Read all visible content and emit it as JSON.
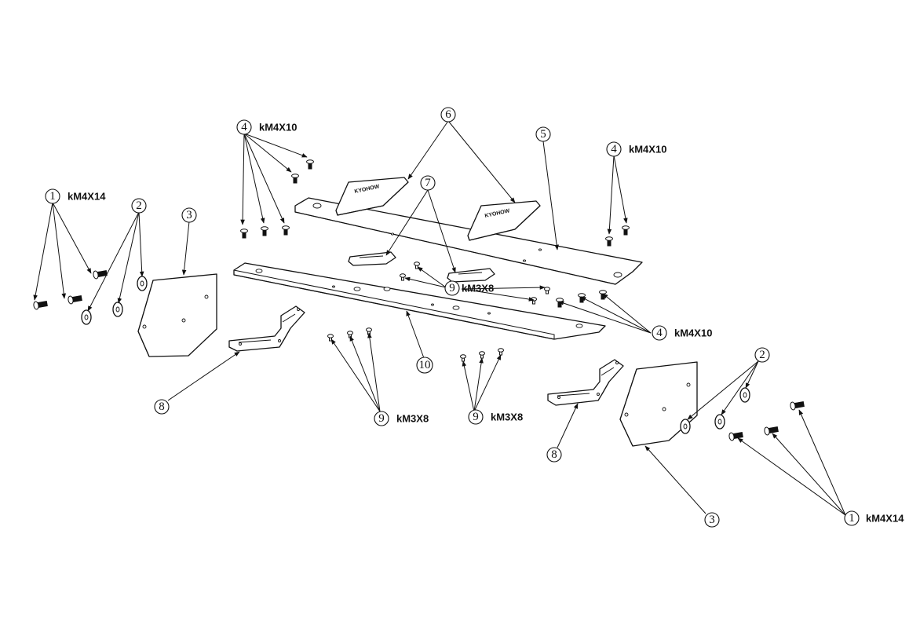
{
  "callouts": {
    "c1a": {
      "num": "1",
      "spec": "kM4X14"
    },
    "c2a": {
      "num": "2"
    },
    "c3a": {
      "num": "3"
    },
    "c4a": {
      "num": "4",
      "spec": "kM4X10"
    },
    "c6": {
      "num": "6"
    },
    "c5": {
      "num": "5"
    },
    "c4b": {
      "num": "4",
      "spec": "kM4X10"
    },
    "c7": {
      "num": "7"
    },
    "c9a": {
      "num": "9",
      "spec": "kM3X8"
    },
    "c4c": {
      "num": "4",
      "spec": "kM4X10"
    },
    "c10": {
      "num": "10"
    },
    "c8a": {
      "num": "8"
    },
    "c9b": {
      "num": "9",
      "spec": "kM3X8"
    },
    "c9c": {
      "num": "9",
      "spec": "kM3X8"
    },
    "c2b": {
      "num": "2"
    },
    "c8b": {
      "num": "8"
    },
    "c3b": {
      "num": "3"
    },
    "c1b": {
      "num": "1",
      "spec": "kM4X14"
    }
  },
  "logos": {
    "left": "KYOHOW",
    "right": "KYOHOW"
  },
  "colors": {
    "line": "#111111",
    "background": "#ffffff"
  }
}
